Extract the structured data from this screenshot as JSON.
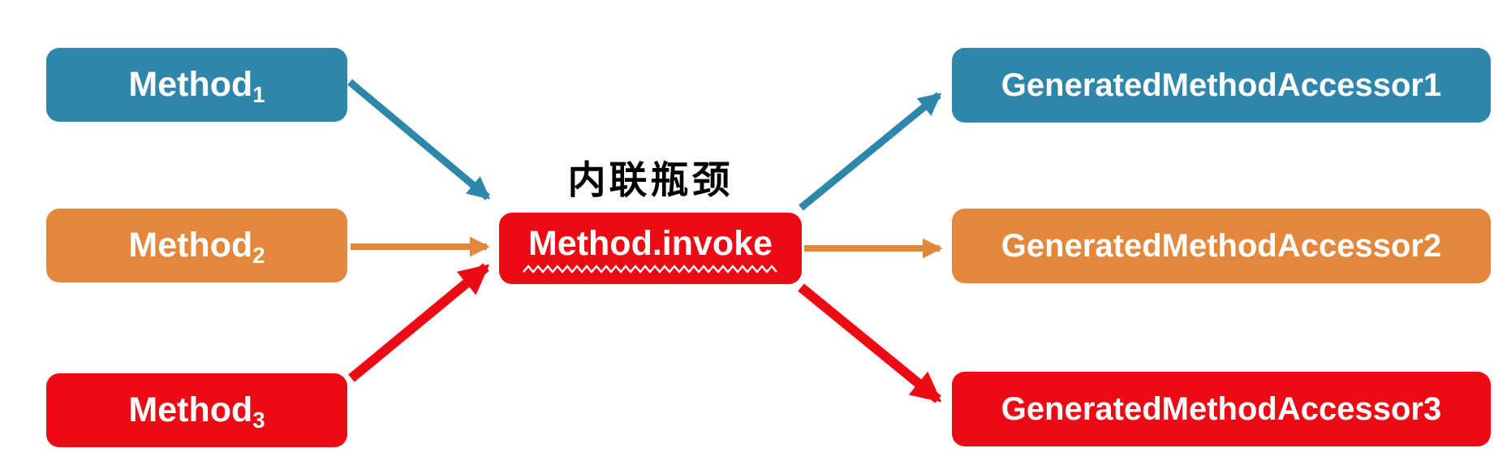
{
  "diagram": {
    "caption": "内联瓶颈",
    "colors": {
      "teal": "#2E86AB",
      "orange": "#E2873B",
      "red": "#EC0A14",
      "text": "#ffffff",
      "caption_text": "#000000",
      "background": "#ffffff"
    },
    "left_nodes": [
      {
        "base": "Method",
        "sub": "1",
        "color": "teal"
      },
      {
        "base": "Method",
        "sub": "2",
        "color": "orange"
      },
      {
        "base": "Method",
        "sub": "3",
        "color": "red"
      }
    ],
    "center_node": {
      "label": "Method.invoke",
      "color": "red",
      "underline": "white-squiggle"
    },
    "right_nodes": [
      {
        "label": "GeneratedMethodAccessor1",
        "color": "teal"
      },
      {
        "label": "GeneratedMethodAccessor2",
        "color": "orange"
      },
      {
        "label": "GeneratedMethodAccessor3",
        "color": "red"
      }
    ],
    "arrows": [
      {
        "from": "Method1",
        "to": "Method.invoke",
        "color": "teal"
      },
      {
        "from": "Method2",
        "to": "Method.invoke",
        "color": "orange"
      },
      {
        "from": "Method3",
        "to": "Method.invoke",
        "color": "red"
      },
      {
        "from": "Method.invoke",
        "to": "GeneratedMethodAccessor1",
        "color": "teal"
      },
      {
        "from": "Method.invoke",
        "to": "GeneratedMethodAccessor2",
        "color": "orange"
      },
      {
        "from": "Method.invoke",
        "to": "GeneratedMethodAccessor3",
        "color": "red"
      }
    ]
  }
}
